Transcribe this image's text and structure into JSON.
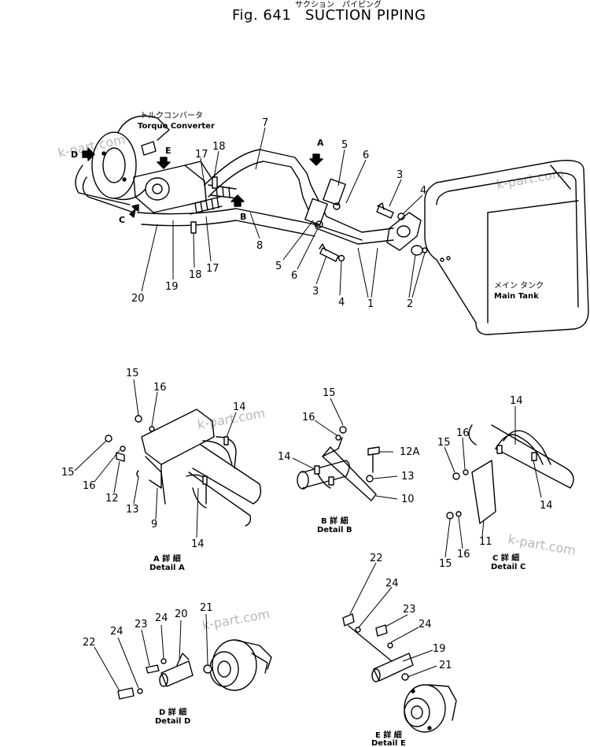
{
  "header": {
    "subtitle_jp": "サクション　パイピング",
    "fig_label": "Fig. 641",
    "title": "SUCTION PIPING"
  },
  "labels": {
    "torque_converter_jp": "トルクコンバータ",
    "torque_converter": "Torque Converter",
    "main_tank_jp": "メイン タンク",
    "main_tank": "Main Tank"
  },
  "view_arrows": {
    "a": "A",
    "b": "B",
    "c": "C",
    "d": "D",
    "e": "E"
  },
  "callouts_main": {
    "c7": "7",
    "c5a": "5",
    "c6a": "6",
    "c3a": "3",
    "c4a": "4",
    "c18a": "18",
    "c17a": "17",
    "c8": "8",
    "c5b": "5",
    "c6b": "6",
    "c3b": "3",
    "c4b": "4",
    "c1": "1",
    "c2": "2",
    "c20": "20",
    "c19": "19",
    "c18b": "18",
    "c17b": "17"
  },
  "callouts_a": {
    "c15a": "15",
    "c16a": "16",
    "c14a": "14",
    "c15b": "15",
    "c16b": "16",
    "c12": "12",
    "c13": "13",
    "c9": "9",
    "c14b": "14"
  },
  "callouts_b": {
    "c15": "15",
    "c16": "16",
    "c14": "14",
    "c12a": "12A",
    "c13": "13",
    "c10": "10"
  },
  "callouts_c": {
    "c14a": "14",
    "c15a": "15",
    "c16a": "16",
    "c14b": "14",
    "c15b": "15",
    "c16b": "16",
    "c11": "11"
  },
  "callouts_d": {
    "c22": "22",
    "c24a": "24",
    "c23": "23",
    "c24b": "24",
    "c20": "20",
    "c21": "21"
  },
  "callouts_e": {
    "c22": "22",
    "c24a": "24",
    "c23": "23",
    "c24b": "24",
    "c19": "19",
    "c21": "21"
  },
  "details": {
    "a_jp": "A 詳 細",
    "a": "Detail  A",
    "b_jp": "B 詳 細",
    "b": "Detail  B",
    "c_jp": "C 詳 細",
    "c": "Detail  C",
    "d_jp": "D 詳 細",
    "d": "Detail  D",
    "e_jp": "E 詳 細",
    "e": "Detail  E"
  },
  "watermark": "k-part.com"
}
